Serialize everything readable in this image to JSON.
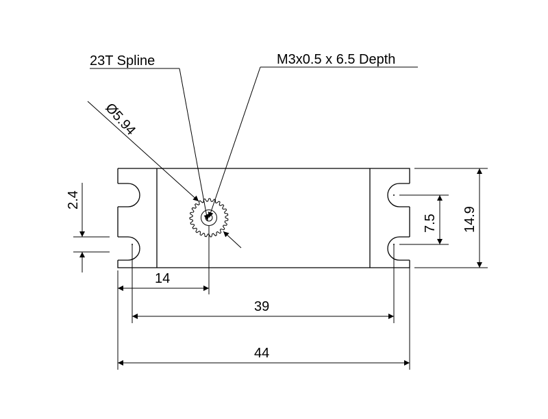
{
  "labels": {
    "spline": "23T Spline",
    "thread": "M3x0.5 x 6.5 Depth",
    "diameter": "Ø5.94"
  },
  "dimensions": {
    "hole_spacing_vertical": "2.4",
    "shaft_offset": "14",
    "mount_hole_pitch": "39",
    "overall_length": "44",
    "mount_hole_pair": "7.5",
    "overall_height": "14.9"
  },
  "colors": {
    "line": "#000000",
    "background": "#ffffff"
  }
}
